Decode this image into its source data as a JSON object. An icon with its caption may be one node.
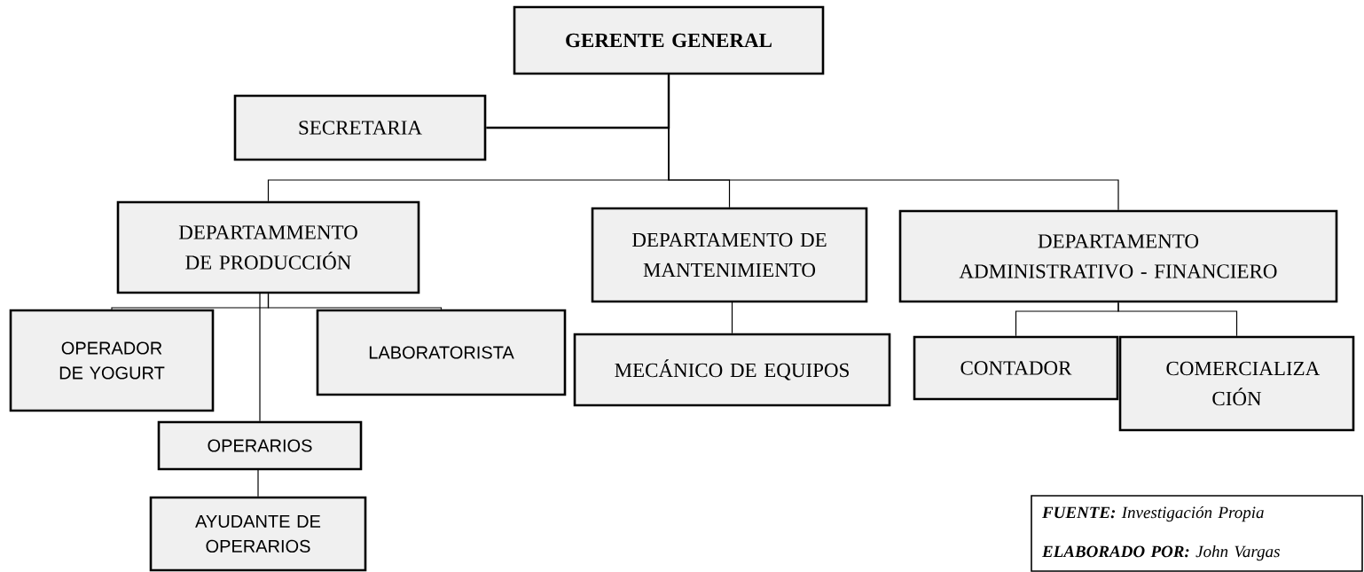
{
  "diagram": {
    "nodes": [
      {
        "text": [
          "GERENTE GENERAL"
        ]
      },
      {
        "text": [
          "SECRETARIA"
        ]
      },
      {
        "text": [
          "DEPARTAMMENTO DE PRODUCCIÓN"
        ]
      },
      {
        "text": [
          "DEPARTAMENTO DE MANTENIMIENTO"
        ]
      },
      {
        "text": [
          "DEPARTAMENTO ADMINISTRATIVO - FINANCIERO"
        ]
      },
      {
        "text": [
          "OPERADOR DE YOGURT"
        ]
      },
      {
        "text": [
          "LABORATORISTA"
        ]
      },
      {
        "text": [
          "OPERARIOS"
        ]
      },
      {
        "text": [
          "AYUDANTE DE OPERARIOS"
        ]
      },
      {
        "text": [
          "MECÁNICO DE EQUIPOS"
        ]
      },
      {
        "text": [
          "CONTADOR"
        ]
      },
      {
        "text": [
          "COMERCIALIZA CIÓN"
        ]
      },
      {
        "text": [
          "**FUENTE:** Investigación Propia",
          "**ELABORADO POR:** John Vargas"
        ]
      }
    ],
    "edges": [
      {
        "from": 0,
        "to": 1,
        "arrow": "none"
      },
      {
        "from": 0,
        "to": 2,
        "arrow": "none"
      },
      {
        "from": 0,
        "to": 3,
        "arrow": "none"
      },
      {
        "from": 0,
        "to": 4,
        "arrow": "none"
      },
      {
        "from": 2,
        "to": 5,
        "arrow": "none"
      },
      {
        "from": 2,
        "to": 6,
        "arrow": "none"
      },
      {
        "from": 2,
        "to": 7,
        "arrow": "none"
      },
      {
        "from": 7,
        "to": 8,
        "arrow": "none"
      },
      {
        "from": 3,
        "to": 9,
        "arrow": "none"
      },
      {
        "from": 4,
        "to": 10,
        "arrow": "none"
      },
      {
        "from": 4,
        "to": 11,
        "arrow": "none"
      }
    ]
  }
}
